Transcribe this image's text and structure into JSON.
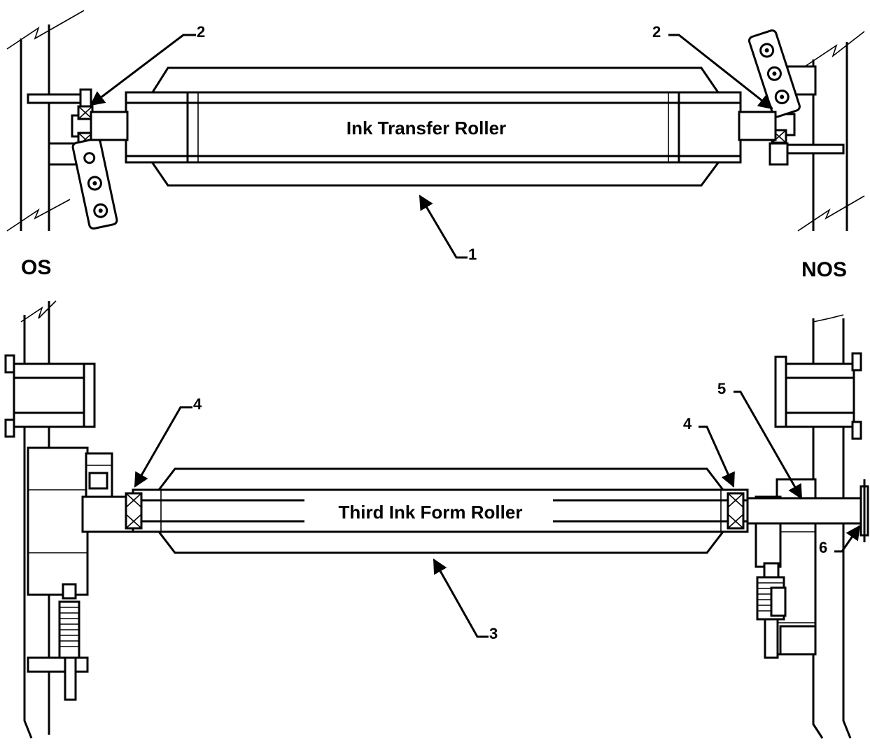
{
  "labels": {
    "top_roller": "Ink Transfer Roller",
    "bottom_roller": "Third Ink Form Roller",
    "left_side": "OS",
    "right_side": "NOS"
  },
  "callouts": [
    "1",
    "2",
    "2",
    "3",
    "4",
    "4",
    "5",
    "6"
  ]
}
